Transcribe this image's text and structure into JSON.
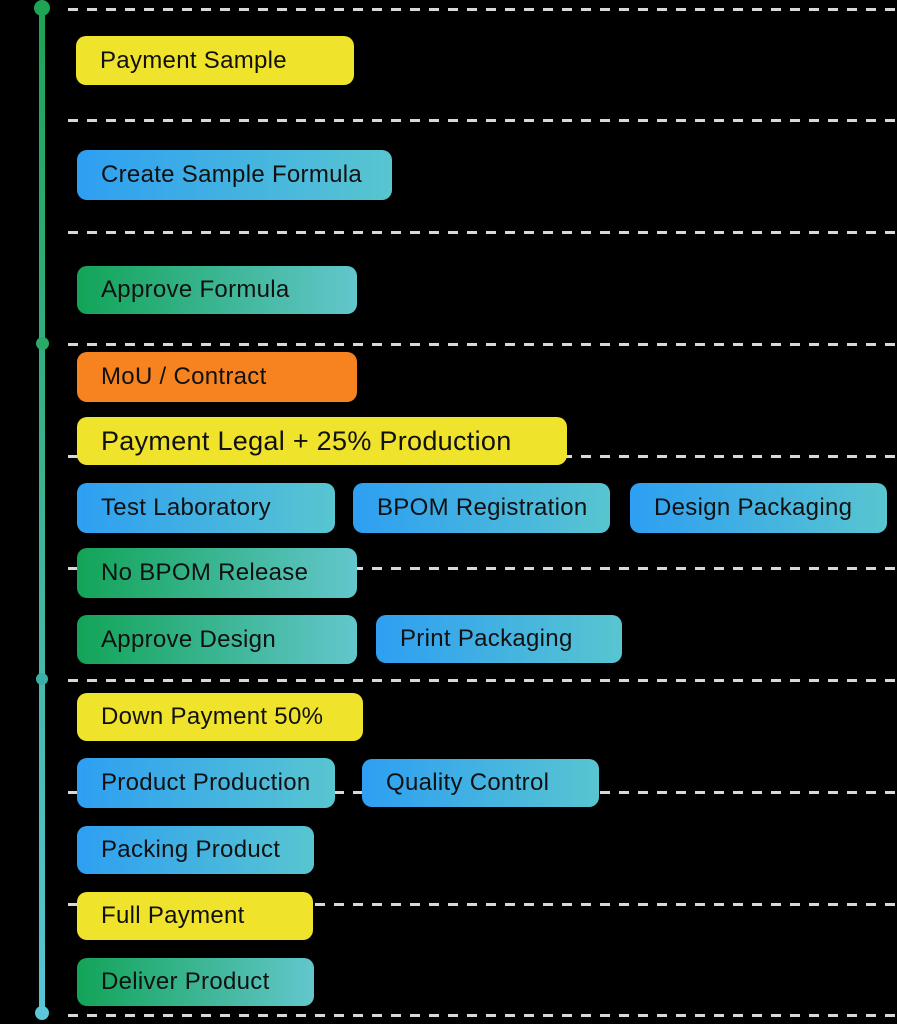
{
  "background_color": "#000000",
  "text_color": "#111111",
  "divider_color": "#D8D8D8",
  "timeline": {
    "line_top_color": "#1EA355",
    "line_bottom_color": "#58C5D6",
    "node_colors": [
      "#1FA455",
      "#2BA969",
      "#3BB0A6",
      "#5BC7D8"
    ]
  },
  "palette": {
    "yellow": {
      "type": "solid",
      "color": "#F0E32B"
    },
    "orange": {
      "type": "solid",
      "color": "#F6831F"
    },
    "blue": {
      "type": "gradient",
      "from": "#2E9FF2",
      "to": "#58C5D0"
    },
    "green": {
      "type": "gradient",
      "from": "#12A457",
      "to": "#63C6CD"
    }
  },
  "steps": [
    {
      "label": "Payment Sample",
      "variant": "yellow"
    },
    {
      "label": "Create Sample Formula",
      "variant": "blue"
    },
    {
      "label": "Approve Formula",
      "variant": "green"
    },
    {
      "label": "MoU / Contract",
      "variant": "orange"
    },
    {
      "label": "Payment Legal + 25% Production",
      "variant": "yellow"
    },
    {
      "label": "Test Laboratory",
      "variant": "blue"
    },
    {
      "label": "BPOM Registration",
      "variant": "blue"
    },
    {
      "label": "Design Packaging",
      "variant": "blue"
    },
    {
      "label": "No BPOM Release",
      "variant": "green"
    },
    {
      "label": "Approve Design",
      "variant": "green"
    },
    {
      "label": "Print Packaging",
      "variant": "blue"
    },
    {
      "label": "Down Payment 50%",
      "variant": "yellow"
    },
    {
      "label": "Product Production",
      "variant": "blue"
    },
    {
      "label": "Quality Control",
      "variant": "blue"
    },
    {
      "label": "Packing Product",
      "variant": "blue"
    },
    {
      "label": "Full Payment",
      "variant": "yellow"
    },
    {
      "label": "Deliver Product",
      "variant": "green"
    }
  ]
}
